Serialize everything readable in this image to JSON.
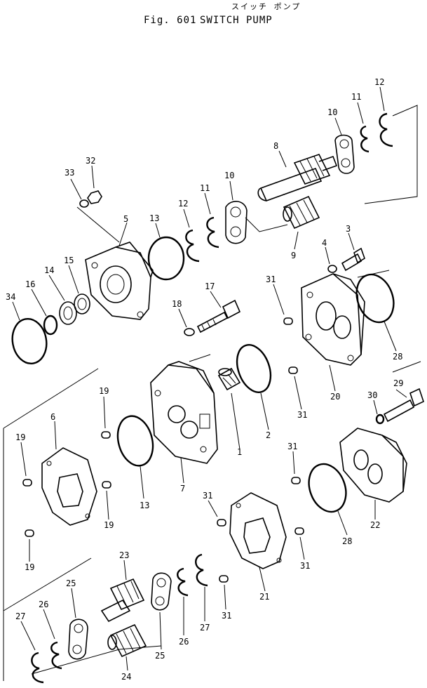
{
  "header": {
    "subtitle_jp": "スイッチ ポンプ",
    "fig_no": "Fig. 601",
    "title": "SWITCH PUMP"
  },
  "callouts": {
    "c1": "1",
    "c2": "2",
    "c3": "3",
    "c4": "4",
    "c5": "5",
    "c6": "6",
    "c7": "7",
    "c8": "8",
    "c9": "9",
    "c10a": "10",
    "c10b": "10",
    "c11a": "11",
    "c11b": "11",
    "c12a": "12",
    "c12b": "12",
    "c13a": "13",
    "c13b": "13",
    "c14": "14",
    "c15": "15",
    "c16": "16",
    "c17": "17",
    "c18": "18",
    "c19a": "19",
    "c19b": "19",
    "c19c": "19",
    "c19d": "19",
    "c20": "20",
    "c21": "21",
    "c22": "22",
    "c23": "23",
    "c24": "24",
    "c25a": "25",
    "c25b": "25",
    "c26a": "26",
    "c26b": "26",
    "c27a": "27",
    "c27b": "27",
    "c28a": "28",
    "c28b": "28",
    "c29": "29",
    "c30": "30",
    "c31a": "31",
    "c31b": "31",
    "c31c": "31",
    "c31d": "31",
    "c31e": "31",
    "c31f": "31",
    "c32": "32",
    "c33": "33",
    "c34": "34"
  }
}
